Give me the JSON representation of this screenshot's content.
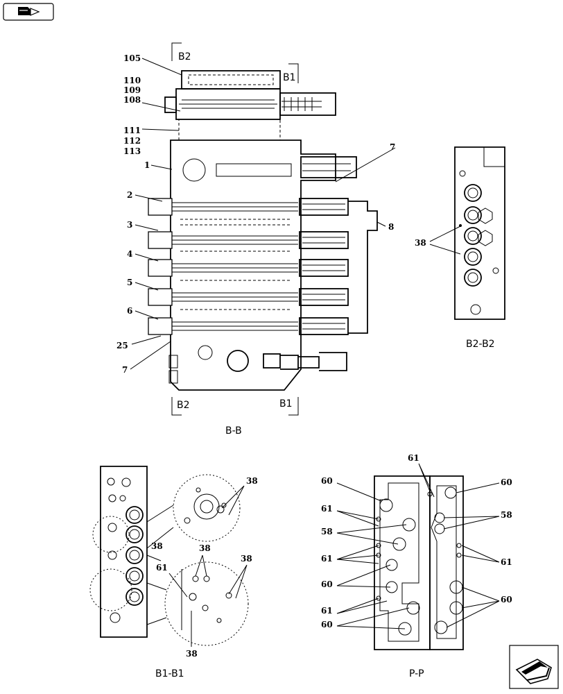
{
  "page": {
    "background": "#ffffff",
    "line_color": "#000000"
  },
  "nav": {
    "back_icon": "book-arrow-icon",
    "next_icon": "next-page-arrow-icon"
  },
  "view_bb": {
    "section_label": "B-B",
    "cut_labels": {
      "b2_top": "B2",
      "b1_top": "B1",
      "b2_bottom": "B2",
      "b1_bottom": "B1"
    },
    "callouts": {
      "c105": "105",
      "c110": "110",
      "c109": "109",
      "c108": "108",
      "c111": "111",
      "c112": "112",
      "c113": "113",
      "c1": "1",
      "c2": "2",
      "c3": "3",
      "c4": "4",
      "c5": "5",
      "c6": "6",
      "c25": "25",
      "c7a": "7",
      "c7b": "7",
      "c8": "8"
    }
  },
  "view_b2b2": {
    "section_label": "B2-B2",
    "callouts": {
      "c38": "38"
    }
  },
  "view_b1b1": {
    "section_label": "B1-B1",
    "callouts": {
      "c38a": "38",
      "c38b": "38",
      "c38c": "38",
      "c38d": "38",
      "c38e": "38",
      "c61": "61"
    }
  },
  "view_pp": {
    "section_label": "P-P",
    "callouts": {
      "c61_top": "61",
      "c60_tl": "60",
      "c60_tr": "60",
      "c61_l1": "61",
      "c58_l": "58",
      "c58_r": "58",
      "c61_l2": "61",
      "c61_r": "61",
      "c60_l": "60",
      "c60_r": "60",
      "c61_l3": "61",
      "c60_bl": "60"
    }
  }
}
